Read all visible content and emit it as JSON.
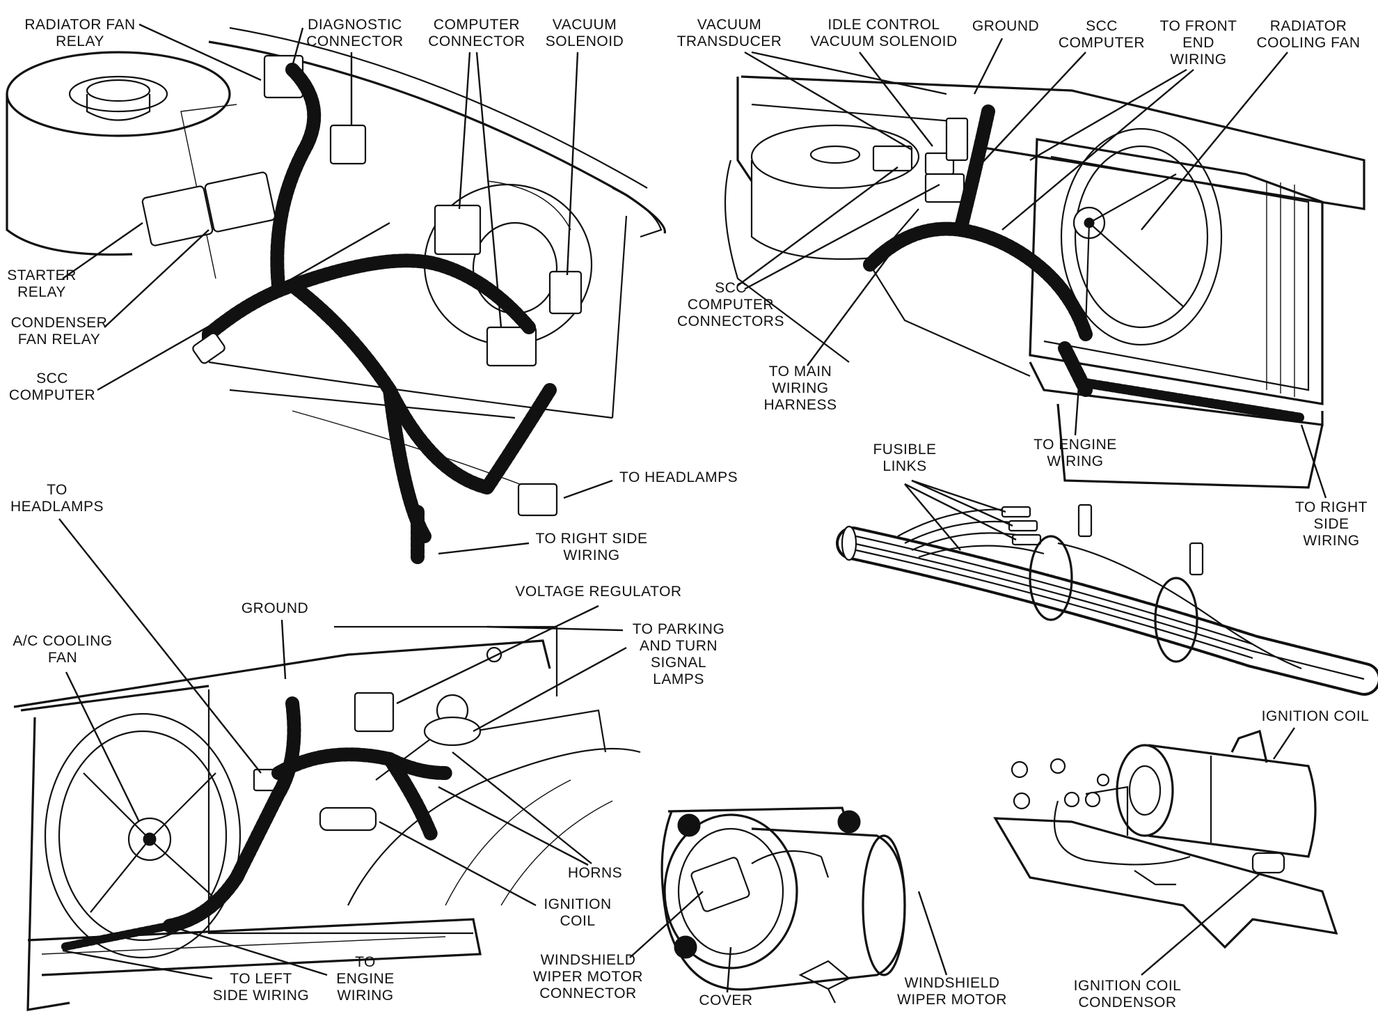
{
  "labels": {
    "radiator_fan_relay": [
      "RADIATOR FAN",
      "RELAY"
    ],
    "diagnostic_connector": [
      "DIAGNOSTIC",
      "CONNECTOR"
    ],
    "computer_connector": [
      "COMPUTER",
      "CONNECTOR"
    ],
    "vacuum_solenoid": [
      "VACUUM",
      "SOLENOID"
    ],
    "starter_relay": [
      "STARTER",
      "RELAY"
    ],
    "condenser_fan_relay": [
      "CONDENSER",
      "FAN RELAY"
    ],
    "scc_computer_left": [
      "SCC",
      "COMPUTER"
    ],
    "to_headlamps_right": [
      "TO HEADLAMPS"
    ],
    "to_right_side_wiring_mid": [
      "TO RIGHT SIDE",
      "WIRING"
    ],
    "vacuum_transducer": [
      "VACUUM",
      "TRANSDUCER"
    ],
    "idle_control_vacuum_solenoid": [
      "IDLE CONTROL",
      "VACUUM SOLENOID"
    ],
    "ground_top": [
      "GROUND"
    ],
    "scc_computer_top": [
      "SCC",
      "COMPUTER"
    ],
    "to_front_end_wiring": [
      "TO FRONT",
      "END",
      "WIRING"
    ],
    "radiator_cooling_fan": [
      "RADIATOR",
      "COOLING FAN"
    ],
    "scc_computer_connectors": [
      "SCC",
      "COMPUTER",
      "CONNECTORS"
    ],
    "to_main_wiring_harness": [
      "TO MAIN",
      "WIRING",
      "HARNESS"
    ],
    "to_engine_wiring_top": [
      "TO ENGINE",
      "WIRING"
    ],
    "to_right_side_wiring_far": [
      "TO RIGHT",
      "SIDE",
      "WIRING"
    ],
    "fusible_links": [
      "FUSIBLE",
      "LINKS"
    ],
    "to_headlamps_left": [
      "TO",
      "HEADLAMPS"
    ],
    "voltage_regulator": [
      "VOLTAGE REGULATOR"
    ],
    "ground_bottom": [
      "GROUND"
    ],
    "ac_cooling_fan": [
      "A/C COOLING",
      "FAN"
    ],
    "to_parking_turn_signal": [
      "TO PARKING",
      "AND TURN",
      "SIGNAL",
      "LAMPS"
    ],
    "horns": [
      "HORNS"
    ],
    "ignition_coil_mid": [
      "IGNITION",
      "COIL"
    ],
    "to_left_side_wiring": [
      "TO LEFT",
      "SIDE WIRING"
    ],
    "to_engine_wiring_bottom": [
      "TO",
      "ENGINE",
      "WIRING"
    ],
    "wiper_motor_connector": [
      "WINDSHIELD",
      "WIPER MOTOR",
      "CONNECTOR"
    ],
    "cover": [
      "COVER"
    ],
    "wiper_motor": [
      "WINDSHIELD",
      "WIPER MOTOR"
    ],
    "ignition_coil_right": [
      "IGNITION COIL"
    ],
    "ignition_coil_condensor": [
      "IGNITION COIL",
      "CONDENSOR"
    ]
  }
}
